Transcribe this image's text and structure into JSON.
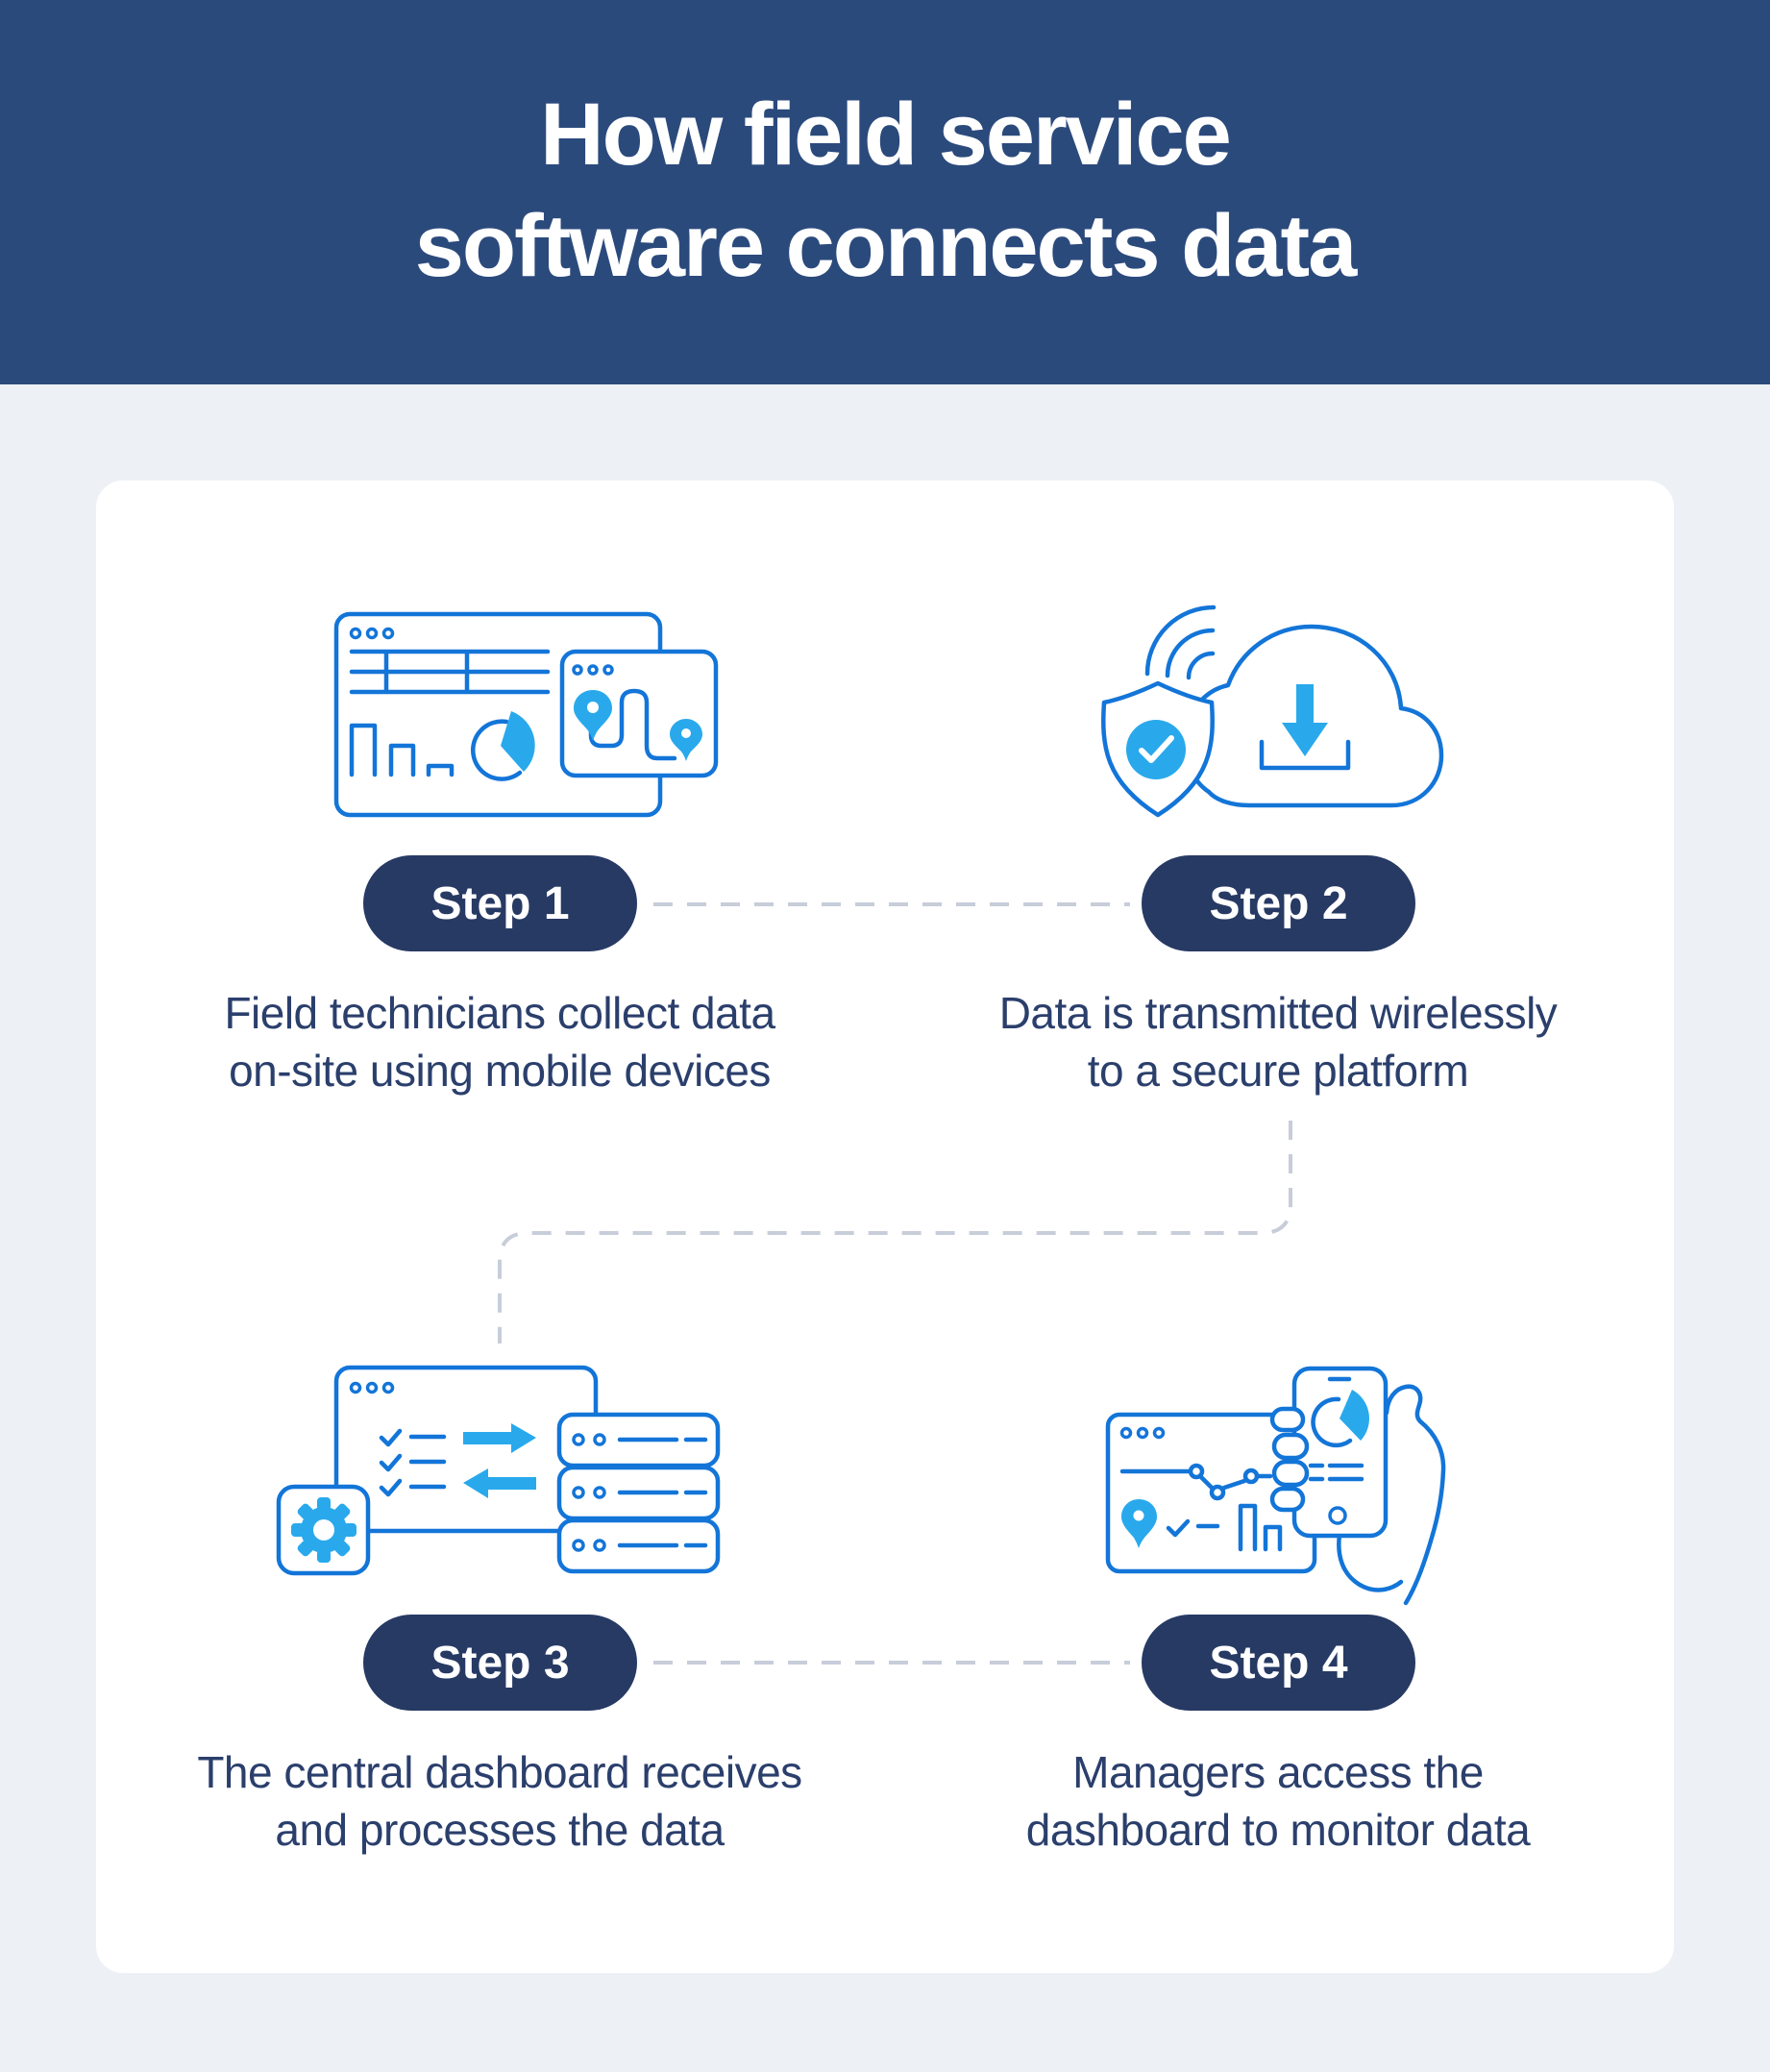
{
  "header": {
    "title_line1": "How field service",
    "title_line2": "software connects data"
  },
  "steps": [
    {
      "label": "Step 1",
      "desc_line1": "Field technicians collect data",
      "desc_line2": "on-site using mobile devices",
      "icon": "dashboard-map-icon"
    },
    {
      "label": "Step 2",
      "desc_line1": "Data is transmitted wirelessly",
      "desc_line2": "to a secure platform",
      "icon": "cloud-shield-download-icon"
    },
    {
      "label": "Step 3",
      "desc_line1": "The central dashboard receives",
      "desc_line2": "and processes the data",
      "icon": "data-sync-servers-icon"
    },
    {
      "label": "Step 4",
      "desc_line1": "Managers access the",
      "desc_line2": "dashboard to monitor data",
      "icon": "hand-phone-dashboard-icon"
    }
  ],
  "colors": {
    "header_bg": "#2B4A7C",
    "pill_bg": "#273A64",
    "text": "#2B3F6C",
    "stroke": "#1375D8",
    "accent": "#29A9EC",
    "dash": "#C7CDD9",
    "card_bg": "#FFFFFF",
    "page_bg": "#EDF1F6"
  }
}
